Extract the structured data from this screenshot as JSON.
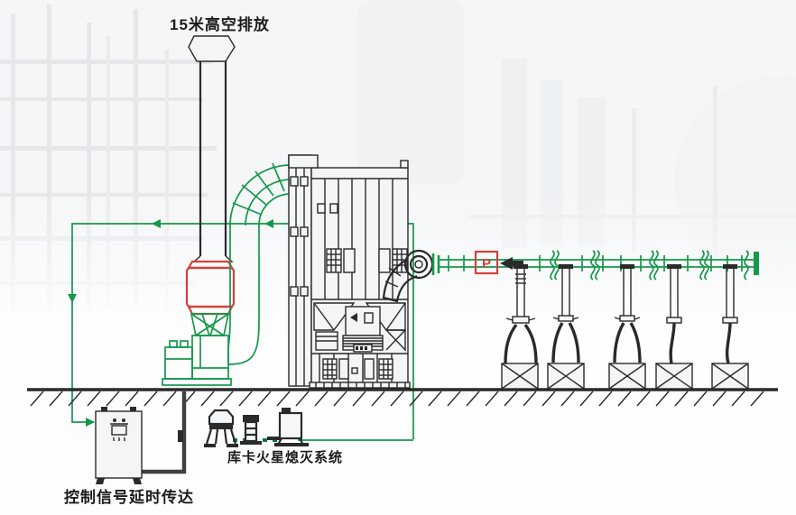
{
  "diagram": {
    "stack_label": "15米高空排放",
    "control_label": "控制信号延时传达",
    "spark_label": "库卡火星熄灭系统",
    "detector_letter": "P",
    "hood_count": 5,
    "extinguisher_unit_count": 3,
    "colors": {
      "green": "#14984a",
      "dark_green": "#0e7a3b",
      "red": "#d6413a",
      "black": "#2a2a2a",
      "conduit": "#3f3f3f",
      "text": "#1b1b1b"
    },
    "components": {
      "stack": "exhaust-stack-15m",
      "silencer": "red-silencer-section",
      "exhaust_fan": "green-exhaust-fan-unit",
      "clean_duct": "clean-air-duct-elbow",
      "baghouse": "baghouse-dust-collector",
      "id_fan": "induced-draft-fan",
      "main_duct": "main-suction-duct",
      "detector": "spark-detector-box",
      "hoods": "suction-hood-stations",
      "ground": "ground-hatching",
      "cabinet": "control-cabinet",
      "spark_units": "spark-extinguisher-units",
      "signal": "control-signal-line"
    }
  }
}
